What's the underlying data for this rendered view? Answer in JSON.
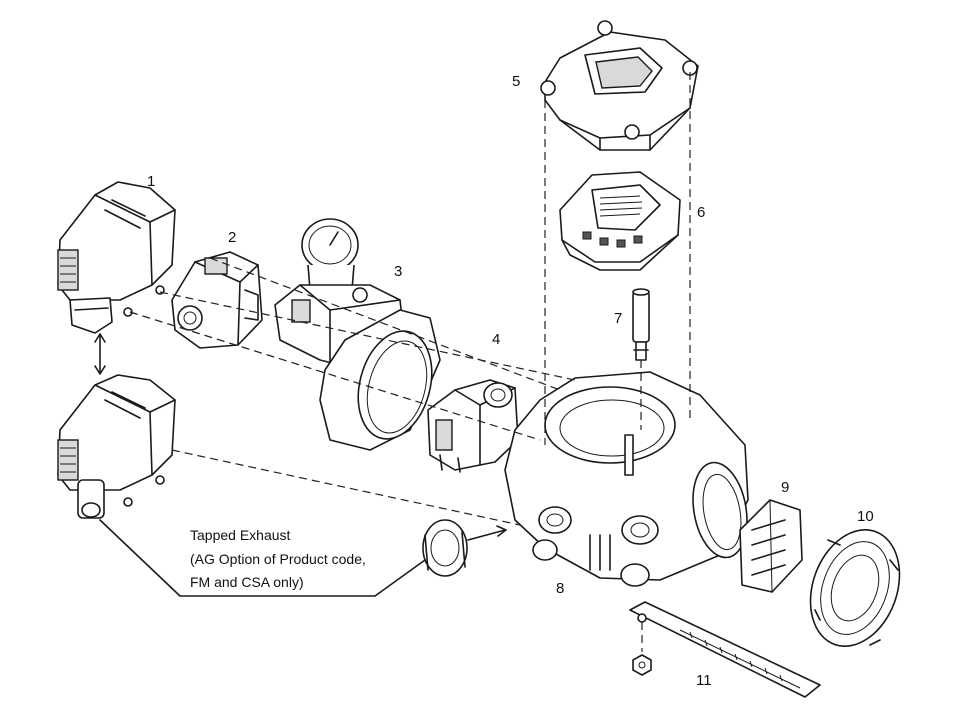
{
  "callouts": [
    "1",
    "2",
    "3",
    "4",
    "5",
    "6",
    "7",
    "8",
    "9",
    "10",
    "11"
  ],
  "note": {
    "line1": "Tapped Exhaust",
    "line2": "(AG Option of Product code,",
    "line3": "FM and CSA only)"
  }
}
